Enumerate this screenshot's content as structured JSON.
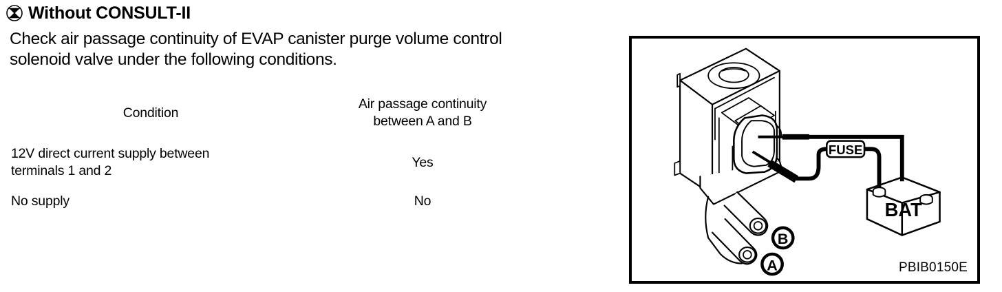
{
  "heading": {
    "icon": "without-consult-circle-x-icon",
    "title": "Without CONSULT-II"
  },
  "intro": {
    "line1": "Check air passage continuity of EVAP canister purge volume control",
    "line2": "solenoid valve under the following conditions."
  },
  "table": {
    "headers": {
      "condition": "Condition",
      "result_line1": "Air passage continuity",
      "result_line2": "between A and B"
    },
    "rows": [
      {
        "condition_line1": "12V direct current supply between",
        "condition_line2": "terminals 1 and 2",
        "result": "Yes"
      },
      {
        "condition_line1": "No supply",
        "condition_line2": "",
        "result": "No"
      }
    ]
  },
  "illustration": {
    "figure_code": "PBIB0150E",
    "fuse_label": "FUSE",
    "battery_label": "BAT",
    "port_a_label": "A",
    "port_b_label": "B",
    "line_color": "#000000",
    "background_color": "#ffffff"
  }
}
